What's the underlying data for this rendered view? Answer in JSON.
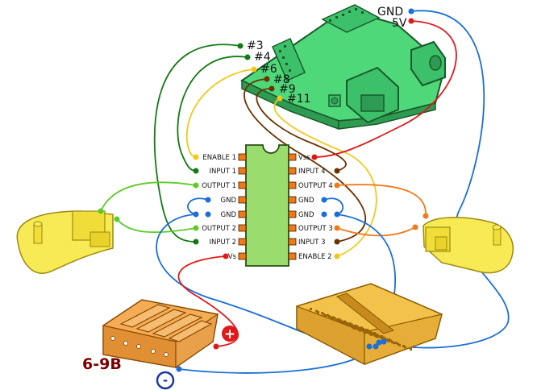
{
  "chip": {
    "left_pins": [
      "ENABLE 1",
      "INPUT 1",
      "OUTPUT 1",
      "GND",
      "GND",
      "OUTPUT 2",
      "INPUT 2",
      "Vs"
    ],
    "right_pins": [
      "Vss",
      "INPUT 4",
      "OUTPUT 4",
      "GND",
      "GND",
      "OUTPUT 3",
      "INPUT 3",
      "ENABLE 2"
    ]
  },
  "arduino": {
    "pin_labels": [
      "#3",
      "#4",
      "#6",
      "#8",
      "#9",
      "#11"
    ],
    "power_labels": [
      "GND",
      "5V"
    ]
  },
  "battery": {
    "voltage": "6-9B",
    "plus_symbol": "+",
    "minus_symbol": "-"
  },
  "colors": {
    "green_wire": "#127a12",
    "light_green_wire": "#5ccc2a",
    "yellow_wire": "#f2c81c",
    "brown_wire": "#6b3300",
    "orange_wire": "#f07a1a",
    "blue_wire": "#1a6fd8",
    "red_wire": "#e01818",
    "chip_body": "#9bdc6e",
    "board": "#4fd87a",
    "motor": "#f7ea55",
    "breadboard": "#f2c24a",
    "battery_holder": "#f4ad55",
    "voltage_text": "#7a0000"
  }
}
